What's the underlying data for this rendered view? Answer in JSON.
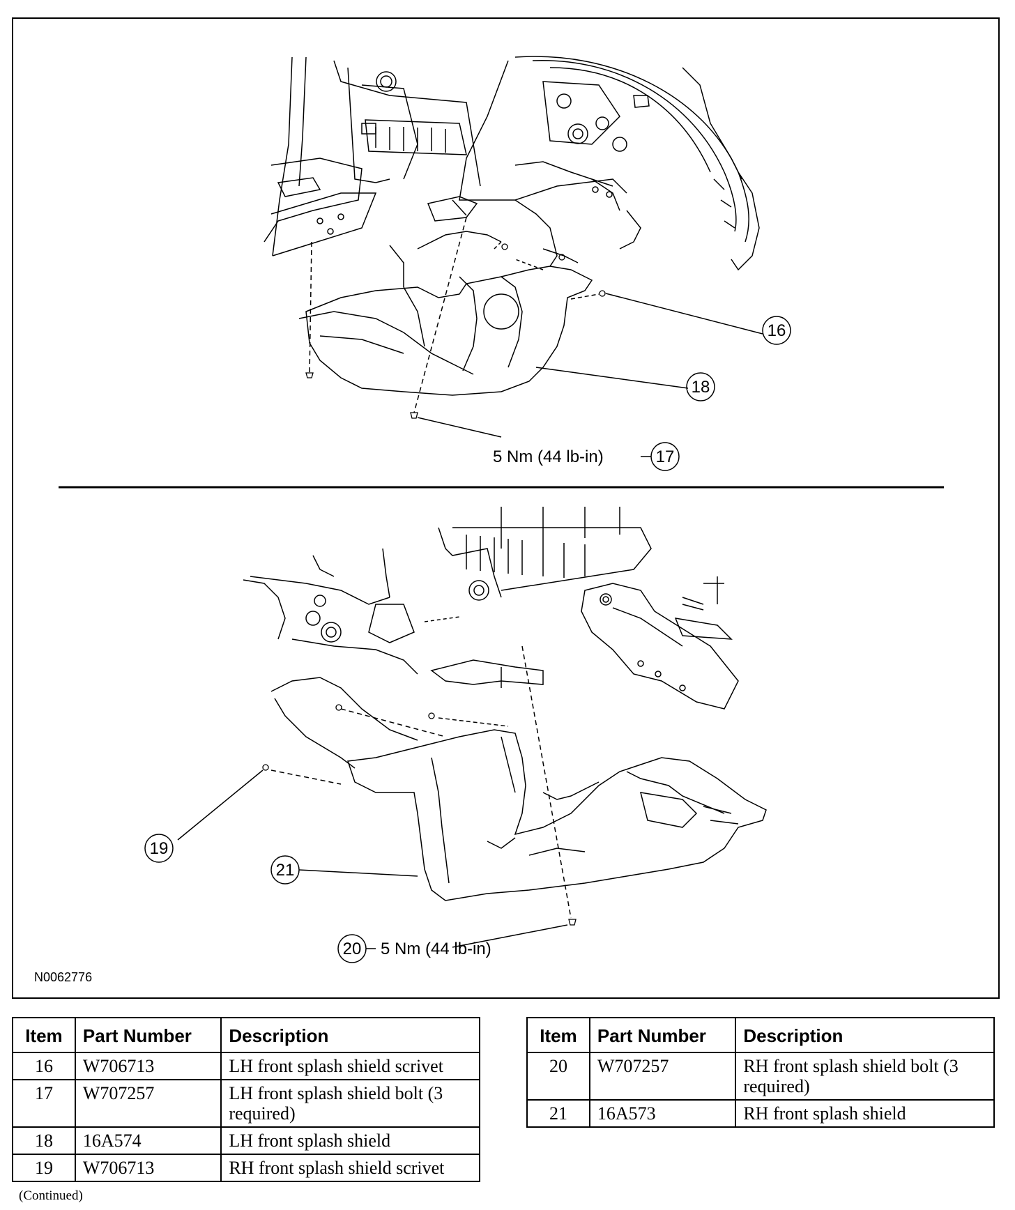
{
  "figure": {
    "figure_id": "N0062776",
    "upper_view": {
      "callouts": [
        {
          "number": "16"
        },
        {
          "number": "18"
        },
        {
          "number": "17"
        }
      ],
      "torque_label": "5 Nm (44 lb-in)"
    },
    "lower_view": {
      "callouts": [
        {
          "number": "19"
        },
        {
          "number": "21"
        },
        {
          "number": "20"
        }
      ],
      "torque_label": "5 Nm (44 lb-in)"
    }
  },
  "tables": {
    "headers": [
      "Item",
      "Part Number",
      "Description"
    ],
    "left": [
      {
        "item": "16",
        "part": "W706713",
        "description": "LH front splash shield scrivet"
      },
      {
        "item": "17",
        "part": "W707257",
        "description": "LH front splash shield bolt (3 required)"
      },
      {
        "item": "18",
        "part": "16A574",
        "description": "LH front splash shield"
      },
      {
        "item": "19",
        "part": "W706713",
        "description": "RH front splash shield scrivet"
      }
    ],
    "right": [
      {
        "item": "20",
        "part": "W707257",
        "description": "RH front splash shield bolt (3 required)"
      },
      {
        "item": "21",
        "part": "16A573",
        "description": "RH front splash shield"
      }
    ]
  },
  "footer": {
    "continued": "(Continued)"
  }
}
